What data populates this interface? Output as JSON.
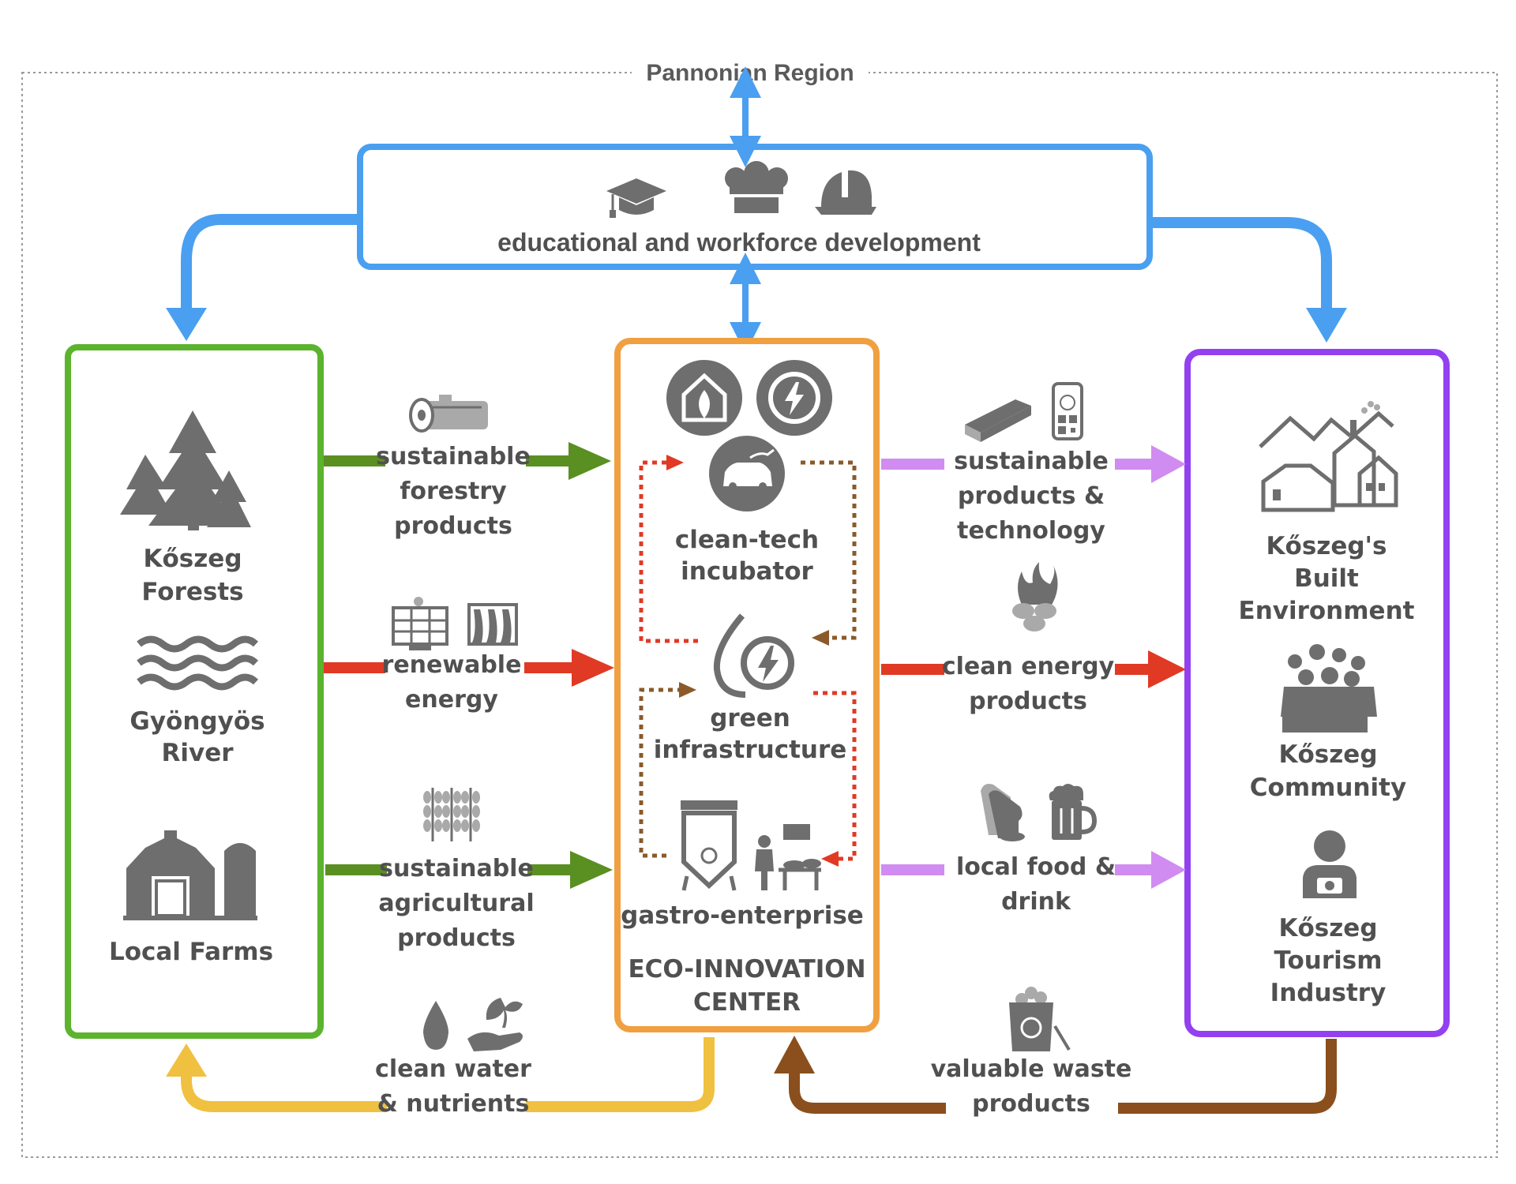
{
  "region_label": "Pannonian Region",
  "education_box": {
    "label": "educational and workforce development",
    "icons": [
      "graduation-cap-icon",
      "chef-hat-icon",
      "hard-hat-icon"
    ]
  },
  "left_box": {
    "forests": [
      "Kőszeg",
      "Forests"
    ],
    "river": [
      "Gyöngyös",
      "River"
    ],
    "farms": [
      "Local Farms"
    ]
  },
  "center_box": {
    "incubator": [
      "clean-tech",
      "incubator"
    ],
    "green": [
      "green",
      "infrastructure"
    ],
    "gastro": [
      "gastro-enterprise"
    ],
    "title": [
      "ECO-INNOVATION",
      "CENTER"
    ]
  },
  "right_box": {
    "built": [
      "Kőszeg's",
      "Built",
      "Environment"
    ],
    "community": [
      "Kőszeg",
      "Community"
    ],
    "tourism": [
      "Kőszeg",
      "Tourism",
      "Industry"
    ]
  },
  "flows_left": {
    "forestry": [
      "sustainable",
      "forestry",
      "products"
    ],
    "energy": [
      "renewable",
      "energy"
    ],
    "agri": [
      "sustainable",
      "agricultural",
      "products"
    ]
  },
  "flows_right": {
    "products": [
      "sustainable",
      "products &",
      "technology"
    ],
    "clean_energy": [
      "clean energy",
      "products"
    ],
    "food": [
      "local food &",
      "drink"
    ]
  },
  "flows_bottom": {
    "water": [
      "clean water",
      "& nutrients"
    ],
    "waste": [
      "valuable waste",
      "products"
    ]
  },
  "colors": {
    "blue": "#4a9ff0",
    "green_box": "#5cb32e",
    "green_arrow": "#5a8f22",
    "orange": "#f0a040",
    "purple": "#9240f0",
    "red": "#e03a25",
    "lilac": "#d08cf0",
    "yellow": "#f0c040",
    "brown": "#8a4f1c",
    "dot_brown": "#8a5a2a",
    "dot_red": "#e03a25",
    "gray_text": "#505050"
  }
}
